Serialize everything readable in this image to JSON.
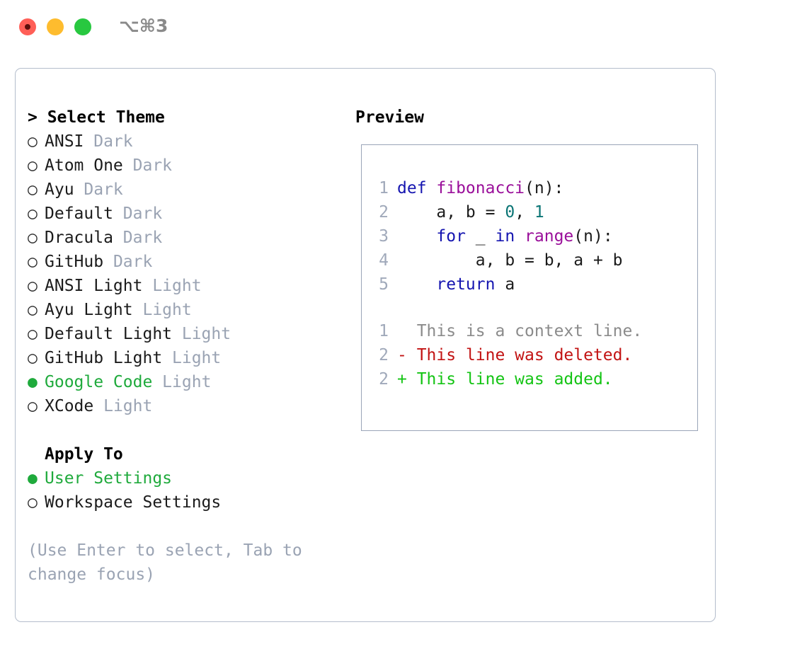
{
  "window": {
    "shortcut_label": "⌥⌘3",
    "traffic_lights": [
      {
        "name": "close",
        "color": "#ff5f57"
      },
      {
        "name": "minimize",
        "color": "#febc2e"
      },
      {
        "name": "maximize",
        "color": "#28c840"
      }
    ]
  },
  "theme_selector": {
    "header": "> Select Theme",
    "selected_theme": "Google Code",
    "bullet_on": "●",
    "bullet_off": "○",
    "items": [
      {
        "bullet": "○",
        "name": "ANSI",
        "kind": "Dark",
        "selected": false
      },
      {
        "bullet": "○",
        "name": "Atom One",
        "kind": "Dark",
        "selected": false
      },
      {
        "bullet": "○",
        "name": "Ayu",
        "kind": "Dark",
        "selected": false
      },
      {
        "bullet": "○",
        "name": "Default",
        "kind": "Dark",
        "selected": false
      },
      {
        "bullet": "○",
        "name": "Dracula",
        "kind": "Dark",
        "selected": false
      },
      {
        "bullet": "○",
        "name": "GitHub",
        "kind": "Dark",
        "selected": false
      },
      {
        "bullet": "○",
        "name": "ANSI Light",
        "kind": "Light",
        "selected": false
      },
      {
        "bullet": "○",
        "name": "Ayu Light",
        "kind": "Light",
        "selected": false
      },
      {
        "bullet": "○",
        "name": "Default Light",
        "kind": "Light",
        "selected": false
      },
      {
        "bullet": "○",
        "name": "GitHub Light",
        "kind": "Light",
        "selected": false
      },
      {
        "bullet": "●",
        "name": "Google Code",
        "kind": "Light",
        "selected": true
      },
      {
        "bullet": "○",
        "name": "XCode",
        "kind": "Light",
        "selected": false
      }
    ]
  },
  "apply_to": {
    "header": "Apply To",
    "selected_option": "User Settings",
    "options": [
      {
        "bullet": "●",
        "label": "User Settings",
        "selected": true
      },
      {
        "bullet": "○",
        "label": "Workspace Settings",
        "selected": false
      }
    ]
  },
  "hint": "(Use Enter to select, Tab to change focus)",
  "preview": {
    "title": "Preview",
    "code_lines": [
      {
        "lineno": "1",
        "tokens": [
          {
            "text": "def ",
            "type": "kw"
          },
          {
            "text": "fibonacci",
            "type": "fn"
          },
          {
            "text": "(n):",
            "type": "txt"
          }
        ]
      },
      {
        "lineno": "2",
        "tokens": [
          {
            "text": "    a, b = ",
            "type": "txt"
          },
          {
            "text": "0",
            "type": "num"
          },
          {
            "text": ", ",
            "type": "txt"
          },
          {
            "text": "1",
            "type": "num"
          }
        ]
      },
      {
        "lineno": "3",
        "tokens": [
          {
            "text": "    ",
            "type": "txt"
          },
          {
            "text": "for",
            "type": "kw"
          },
          {
            "text": " _ ",
            "type": "txt"
          },
          {
            "text": "in",
            "type": "kw"
          },
          {
            "text": " ",
            "type": "txt"
          },
          {
            "text": "range",
            "type": "fn"
          },
          {
            "text": "(n):",
            "type": "txt"
          }
        ]
      },
      {
        "lineno": "4",
        "tokens": [
          {
            "text": "        a, b = b, a + b",
            "type": "txt"
          }
        ]
      },
      {
        "lineno": "5",
        "tokens": [
          {
            "text": "    ",
            "type": "txt"
          },
          {
            "text": "return",
            "type": "kw"
          },
          {
            "text": " a",
            "type": "txt"
          }
        ]
      }
    ],
    "diff_lines": [
      {
        "lineno": "1",
        "marker": " ",
        "text": "This is a context line.",
        "type": "context"
      },
      {
        "lineno": "2",
        "marker": "-",
        "text": "This line was deleted.",
        "type": "del"
      },
      {
        "lineno": "2",
        "marker": "+",
        "text": "This line was added.",
        "type": "add"
      }
    ]
  },
  "colors": {
    "accent_green": "#1faa3c",
    "muted_gray": "#9aa3b3",
    "keyword_blue": "#1515b0",
    "function_magenta": "#9a0f9a",
    "number_teal": "#0b7575",
    "diff_delete_red": "#c21313",
    "diff_add_green": "#14c414",
    "panel_border": "#b4bdcc",
    "preview_border": "#9aa5b8"
  }
}
